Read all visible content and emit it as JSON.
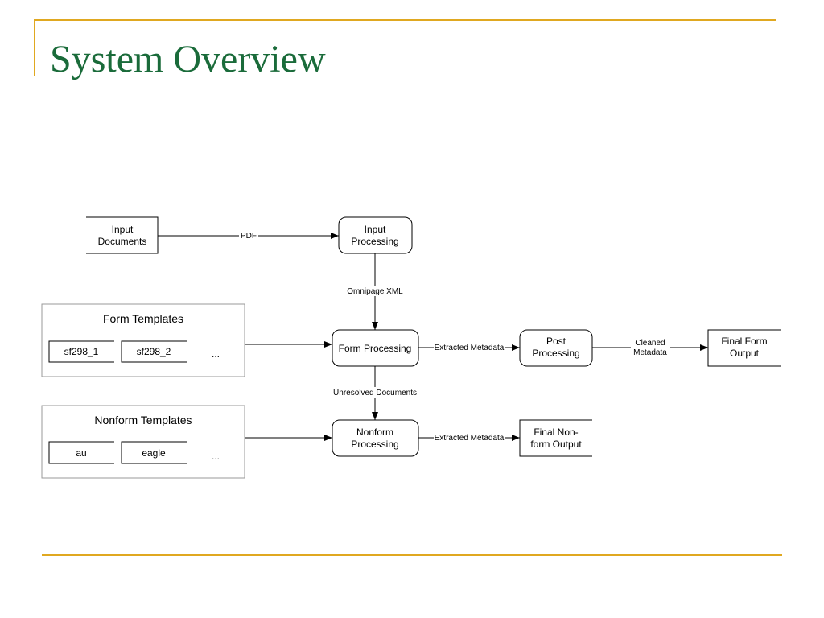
{
  "slide": {
    "title": "System Overview"
  },
  "diagram": {
    "nodes": {
      "input_documents": {
        "lines": [
          "Input",
          "Documents"
        ]
      },
      "input_processing": {
        "lines": [
          "Input",
          "Processing"
        ]
      },
      "form_processing": {
        "lines": [
          "Form Processing"
        ]
      },
      "post_processing": {
        "lines": [
          "Post",
          "Processing"
        ]
      },
      "final_form_output": {
        "lines": [
          "Final Form",
          "Output"
        ]
      },
      "nonform_processing": {
        "lines": [
          "Nonform",
          "Processing"
        ]
      },
      "final_nonform_output": {
        "lines": [
          "Final Non-",
          "form Output"
        ]
      }
    },
    "groups": {
      "form_templates": {
        "title": "Form Templates",
        "items": [
          "sf298_1",
          "sf298_2"
        ],
        "more": "..."
      },
      "nonform_templates": {
        "title": "Nonform Templates",
        "items": [
          "au",
          "eagle"
        ],
        "more": "..."
      }
    },
    "edges": {
      "pdf": "PDF",
      "omnipage_xml": "Omnipage XML",
      "form_extracted": "Extracted Metadata",
      "cleaned": [
        "Cleaned",
        "Metadata"
      ],
      "unresolved": "Unresolved Documents",
      "nonform_extracted": "Extracted Metadata"
    }
  }
}
